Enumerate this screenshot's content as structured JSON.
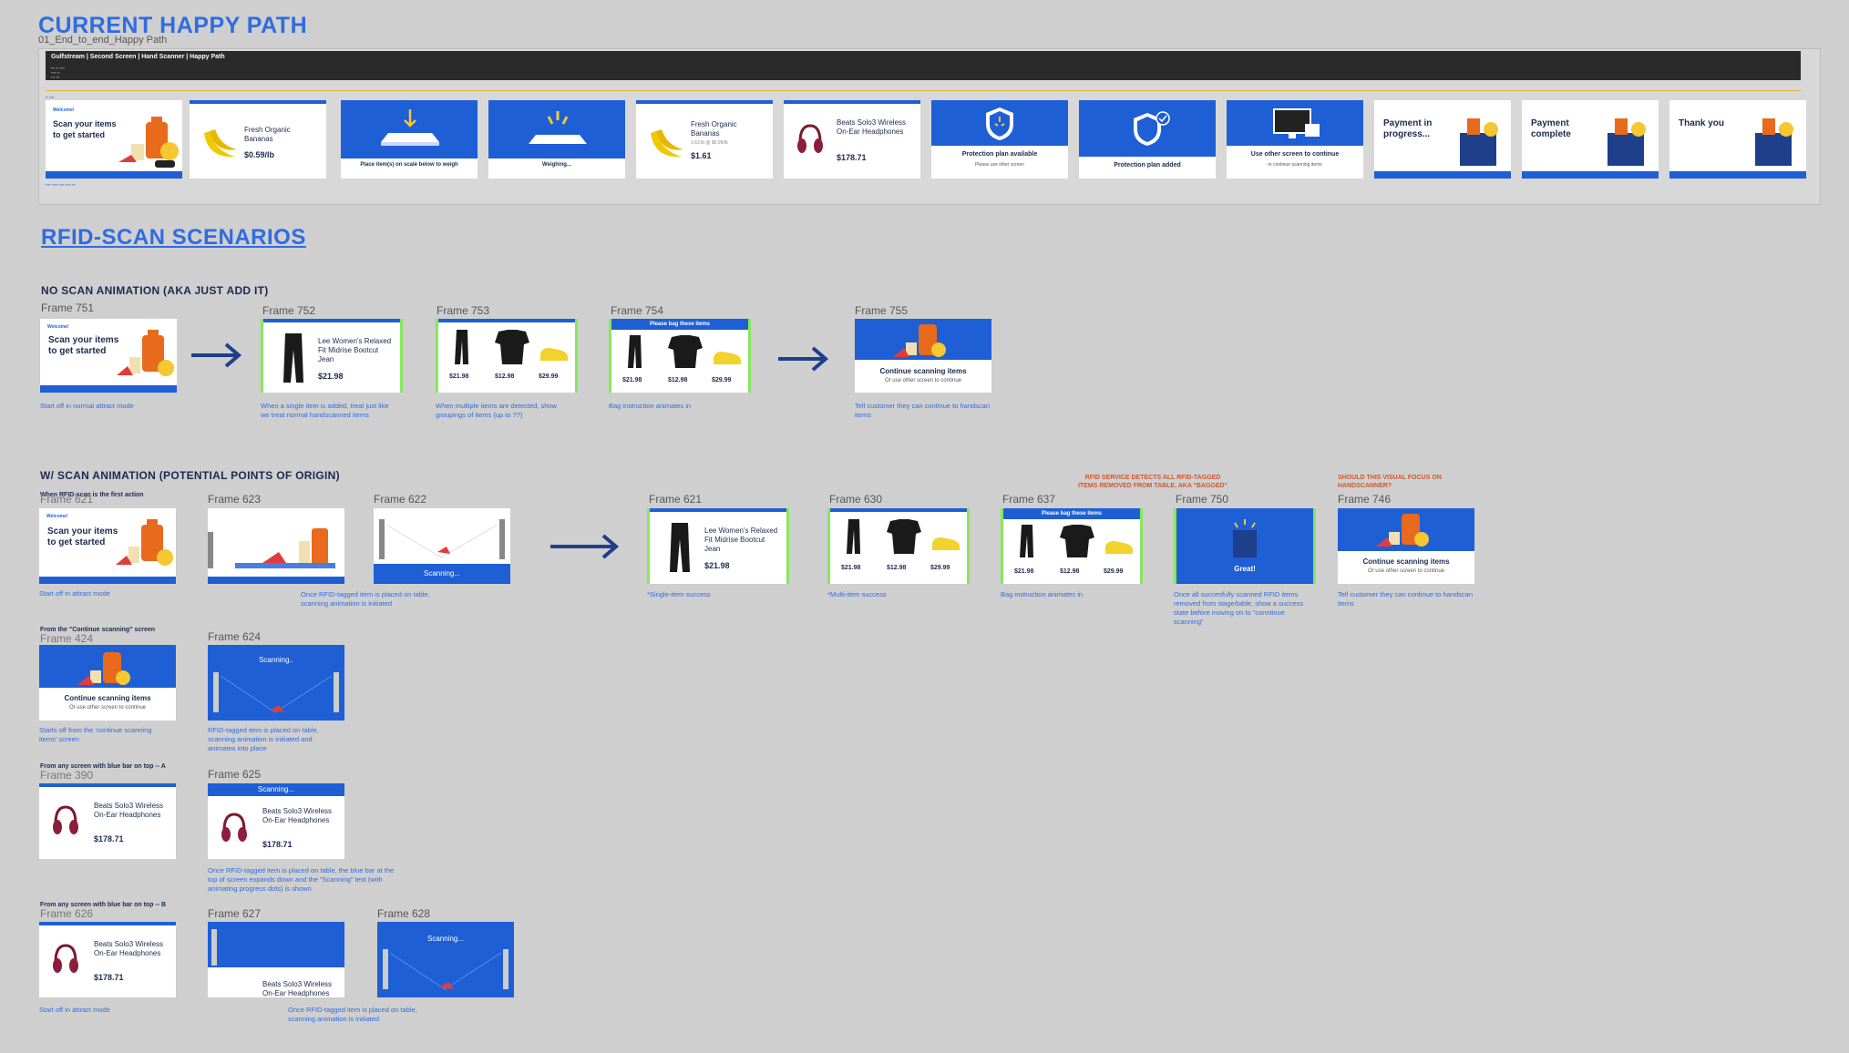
{
  "header": {
    "title": "CURRENT HAPPY PATH",
    "subtitle": "01_End_to_end_Happy Path"
  },
  "happy_path": {
    "banner_title": "Gulfstream | Second Screen | Hand Scanner | Happy Path",
    "screens": [
      {
        "title": "Scan your items to get started",
        "welcome": "Welcome!"
      },
      {
        "product": "Fresh Organic Bananas",
        "price": "$0.59/lb"
      },
      {
        "caption": "Place item(s) on scale below to weigh"
      },
      {
        "caption": "Weighing..."
      },
      {
        "product": "Fresh Organic Bananas",
        "detail": "1.63 lb @ $0.99/lb",
        "price": "$1.61"
      },
      {
        "product": "Beats Solo3 Wireless On-Ear Headphones",
        "price": "$178.71"
      },
      {
        "caption": "Protection plan available",
        "sub": "Please use other screen"
      },
      {
        "caption": "Protection plan added"
      },
      {
        "caption": "Use other screen to continue",
        "sub": "or continue scanning items"
      },
      {
        "title": "Payment in progress..."
      },
      {
        "title": "Payment complete"
      },
      {
        "title": "Thank you"
      }
    ]
  },
  "rfid": {
    "title": "RFID-SCAN SCENARIOS",
    "no_scan": {
      "heading": "NO SCAN ANIMATION (AKA JUST ADD IT)",
      "frames": [
        {
          "label": "Frame 751",
          "note": "Start off in normal attract mode"
        },
        {
          "label": "Frame 752",
          "note": "When a single item is added, treat just like we treat normal handscanned items"
        },
        {
          "label": "Frame 753",
          "note": "When multiple items are detected, show groupings of items (up to ??)"
        },
        {
          "label": "Frame 754",
          "note": "Bag instruction animates in"
        },
        {
          "label": "Frame 755",
          "note": "Tell customer they can continue to handscan items"
        }
      ]
    },
    "with_scan": {
      "heading": "W/ SCAN ANIMATION (POTENTIAL POINTS OF ORIGIN)",
      "row1_label": "When RFID-scan is the first action",
      "row2_label": "From the \"Continue scanning\" screen",
      "row3_label": "From any screen with blue bar on top -- A",
      "row4_label": "From any screen with blue bar on top -- B",
      "orange_note1": "RFID SERVICE DETECTS ALL RFID-TAGGED ITEMS REMOVED FROM TABLE, AKA \"BAGGED\"",
      "orange_note2": "SHOULD THIS VISUAL FOCUS ON HANDSCANNER?",
      "frames": {
        "f621a": {
          "label": "Frame 621",
          "note": "Start off in attract mode"
        },
        "f623": {
          "label": "Frame 623"
        },
        "f622": {
          "label": "Frame 622",
          "note": "Once RFID-tagged item is placed on table, scanning animation is initiated"
        },
        "f621b": {
          "label": "Frame 621",
          "note": "*Single-item success"
        },
        "f630": {
          "label": "Frame 630",
          "note": "*Multi-item success"
        },
        "f637": {
          "label": "Frame 637",
          "note": "Bag instruction animates in"
        },
        "f750": {
          "label": "Frame 750",
          "note": "Once all succesfully scanned RFID items removed from stage/table, show a success state before moving on to \"conntinue scanning\""
        },
        "f746": {
          "label": "Frame 746",
          "note": "Tell customer they can continue to handscan items"
        },
        "f424": {
          "label": "Frame 424",
          "note": "Starts off from the 'continue scanning items' screen"
        },
        "f624": {
          "label": "Frame 624",
          "note": "RFID-tagged item is placed on table, scanning animation is initiated and animates into place"
        },
        "f390": {
          "label": "Frame 390"
        },
        "f625": {
          "label": "Frame 625",
          "note": "Once RFID-tagged item is placed on table, the blue bar at the top of screen expands down and the \"Scanning\" text (with animating progress dots) is shown"
        },
        "f626": {
          "label": "Frame 626",
          "note": "Start off in attract mode"
        },
        "f627": {
          "label": "Frame 627"
        },
        "f628": {
          "label": "Frame 628",
          "note": "Once RFID-tagged item is placed on table, scanning animation is initiated"
        }
      }
    }
  },
  "content": {
    "welcome": "Welcome!",
    "scan_title": "Scan your items to get started",
    "jean_name": "Lee Women's Relaxed Fit Midrise Bootcut Jean",
    "jean_price": "$21.98",
    "shirt_price": "$12.98",
    "shoe_price": "$29.99",
    "bag_instruction": "Please bag these items",
    "continue_title": "Continue scanning items",
    "continue_sub": "Or use other screen to continue",
    "scanning": "Scanning...",
    "scanning_short": "Scanning..",
    "great": "Great!",
    "headphones_name": "Beats Solo3 Wireless On-Ear Headphones",
    "headphones_price": "$178.71"
  },
  "colors": {
    "accent": "#2f6ce0",
    "walmart_blue": "#1e5fd6",
    "navy": "#1c2a50",
    "green": "#86e85c",
    "orange": "#d2562c"
  }
}
